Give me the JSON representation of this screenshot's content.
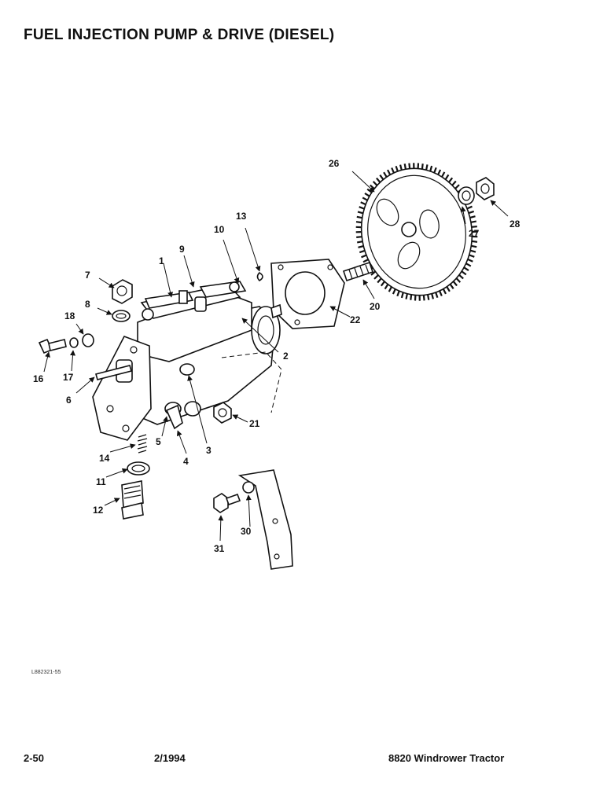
{
  "title": "FUEL INJECTION PUMP & DRIVE (DIESEL)",
  "footer": {
    "page": "2-50",
    "date": "2/1994",
    "model": "8820 Windrower Tractor"
  },
  "illustration_ref": "L882321-55",
  "callouts": [
    "1",
    "2",
    "3",
    "4",
    "5",
    "6",
    "7",
    "8",
    "9",
    "10",
    "11",
    "12",
    "13",
    "14",
    "16",
    "17",
    "18",
    "20",
    "21",
    "22",
    "26",
    "27",
    "28",
    "30",
    "31"
  ]
}
